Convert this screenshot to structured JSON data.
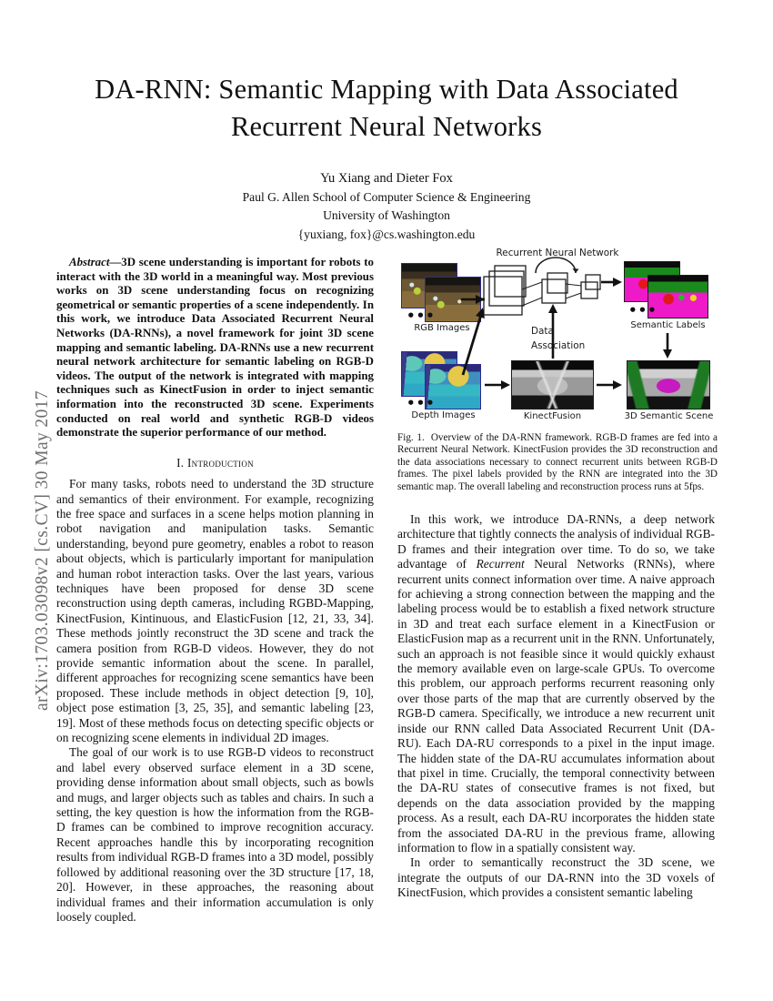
{
  "arxiv_stamp": "arXiv:1703.03098v2  [cs.CV]  30 May 2017",
  "title_line1": "DA-RNN: Semantic Mapping with Data Associated",
  "title_line2": "Recurrent Neural Networks",
  "authors": "Yu Xiang and Dieter Fox",
  "affiliation": "Paul G. Allen School of Computer Science & Engineering",
  "university": "University of Washington",
  "email": "{yuxiang, fox}@cs.washington.edu",
  "abstract": {
    "label": "Abstract",
    "dash": "—",
    "text": "3D scene understanding is important for robots to interact with the 3D world in a meaningful way. Most previous works on 3D scene understanding focus on recognizing geometrical or semantic properties of a scene independently. In this work, we introduce Data Associated Recurrent Neural Networks (DA-RNNs), a novel framework for joint 3D scene mapping and semantic labeling. DA-RNNs use a new recurrent neural network architecture for semantic labeling on RGB-D videos. The output of the network is integrated with mapping techniques such as KinectFusion in order to inject semantic information into the reconstructed 3D scene. Experiments conducted on real world and synthetic RGB-D videos demonstrate the superior performance of our method."
  },
  "sections": {
    "introduction_heading": "I.  Introduction"
  },
  "left_column": {
    "paragraph_1": "For many tasks, robots need to understand the 3D structure and semantics of their environment. For example, recognizing the free space and surfaces in a scene helps motion planning in robot navigation and manipulation tasks. Semantic understanding, beyond pure geometry, enables a robot to reason about objects, which is particularly important for manipulation and human robot interaction tasks. Over the last years, various techniques have been proposed for dense 3D scene reconstruction using depth cameras, including RGBD-Mapping, KinectFusion, Kintinuous, and ElasticFusion [12, 21, 33, 34]. These methods jointly reconstruct the 3D scene and track the camera position from RGB-D videos. However, they do not provide semantic information about the scene. In parallel, different approaches for recognizing scene semantics have been proposed. These include methods in object detection [9, 10], object pose estimation [3, 25, 35], and semantic labeling [23, 19]. Most of these methods focus on detecting specific objects or on recognizing scene elements in individual 2D images.",
    "paragraph_2": "The goal of our work is to use RGB-D videos to reconstruct and label every observed surface element in a 3D scene, providing dense information about small objects, such as bowls and mugs, and larger objects such as tables and chairs. In such a setting, the key question is how the information from the RGB-D frames can be combined to improve recognition accuracy. Recent approaches handle this by incorporating recognition results from individual RGB-D frames into a 3D model, possibly followed by additional reasoning over the 3D structure [17, 18, 20]. However, in these approaches, the reasoning about individual frames and their information accumulation is only loosely coupled."
  },
  "figure": {
    "label": "Fig. 1.",
    "caption": "Overview of the DA-RNN framework. RGB-D frames are fed into a Recurrent Neural Network. KinectFusion provides the 3D reconstruction and the data associations necessary to connect recurrent units between RGB-D frames. The pixel labels provided by the RNN are integrated into the 3D semantic map. The overall labeling and reconstruction process runs at 5fps.",
    "diagram_labels": {
      "rnn_title": "Recurrent Neural Network",
      "rgb_images": "RGB Images",
      "depth_images": "Depth Images",
      "data_association_line1": "Data",
      "data_association_line2": "Association",
      "kinectfusion": "KinectFusion",
      "semantic_labels": "Semantic Labels",
      "semantic_scene": "3D Semantic Scene"
    }
  },
  "right_column": {
    "paragraph_1": "In this work, we introduce DA-RNNs, a deep network architecture that tightly connects the analysis of individual RGB-D frames and their integration over time. To do so, we take advantage of ",
    "paragraph_1_italic": "Recurrent",
    "paragraph_1_cont": " Neural Networks (RNNs), where recurrent units connect information over time. A naive approach for achieving a strong connection between the mapping and the labeling process would be to establish a fixed network structure in 3D and treat each surface element in a KinectFusion or ElasticFusion map as a recurrent unit in the RNN. Unfortunately, such an approach is not feasible since it would quickly exhaust the memory available even on large-scale GPUs. To overcome this problem, our approach performs recurrent reasoning only over those parts of the map that are currently observed by the RGB-D camera. Specifically, we introduce a new recurrent unit inside our RNN called Data Associated Recurrent Unit (DA-RU). Each DA-RU corresponds to a pixel in the input image. The hidden state of the DA-RU accumulates information about that pixel in time. Crucially, the temporal connectivity between the DA-RU states of consecutive frames is not fixed, but depends on the data association provided by the mapping process. As a result, each DA-RU incorporates the hidden state from the associated DA-RU in the previous frame, allowing information to flow in a spatially consistent way.",
    "paragraph_2": "In order to semantically reconstruct the 3D scene, we integrate the outputs of our DA-RNN into the 3D voxels of KinectFusion, which provides a consistent semantic labeling"
  }
}
